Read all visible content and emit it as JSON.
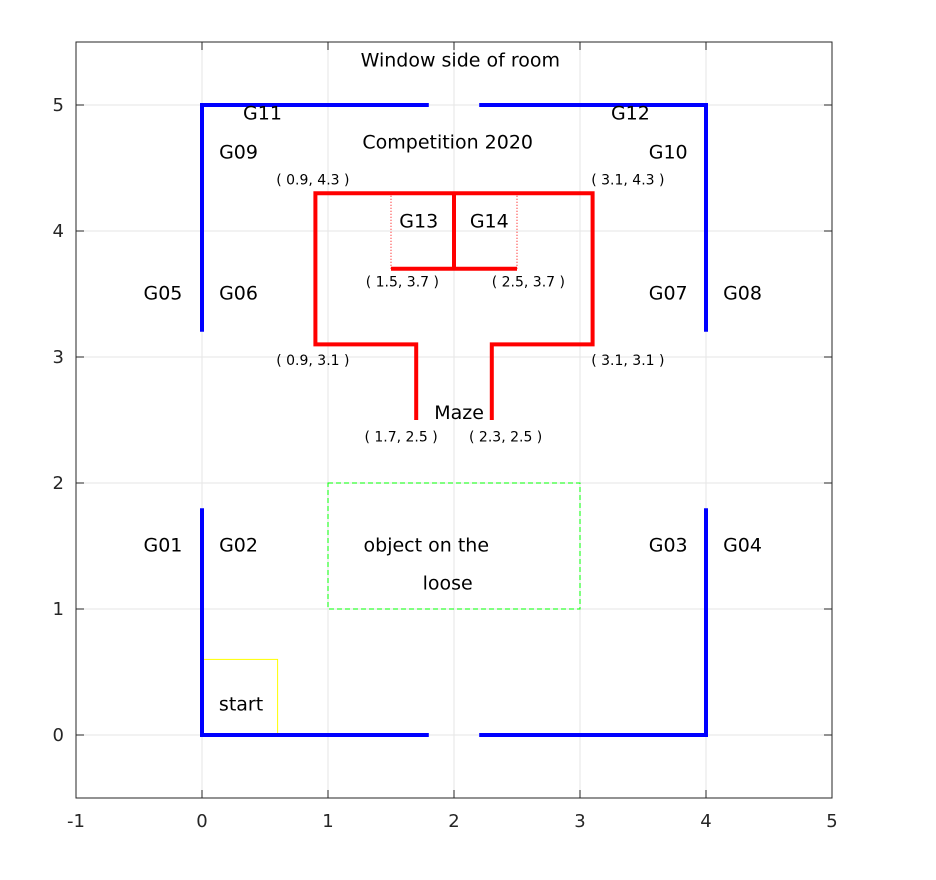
{
  "chart_data": {
    "type": "scatter",
    "xlim": [
      -1,
      5
    ],
    "ylim": [
      -0.5,
      5.5
    ],
    "x_ticks": [
      -1,
      0,
      1,
      2,
      3,
      4,
      5
    ],
    "y_ticks": [
      0,
      1,
      2,
      3,
      4,
      5
    ],
    "grid": true,
    "colors": {
      "walls": "#0000ff",
      "maze": "#ff0000",
      "object_box": "#00ff00",
      "start_box": "#ffff00",
      "grid": "#e6e6e6",
      "axis": "#262626"
    },
    "walls": [
      {
        "points": [
          [
            0,
            3.2
          ],
          [
            0,
            5
          ],
          [
            1.8,
            5
          ]
        ]
      },
      {
        "points": [
          [
            2.2,
            5
          ],
          [
            4,
            5
          ],
          [
            4,
            3.2
          ]
        ]
      },
      {
        "points": [
          [
            0,
            1.8
          ],
          [
            0,
            0
          ],
          [
            1.8,
            0
          ]
        ]
      },
      {
        "points": [
          [
            2.2,
            0
          ],
          [
            4,
            0
          ],
          [
            4,
            1.8
          ]
        ]
      }
    ],
    "maze": [
      {
        "points": [
          [
            1.7,
            2.5
          ],
          [
            1.7,
            3.1
          ],
          [
            0.9,
            3.1
          ],
          [
            0.9,
            4.3
          ],
          [
            3.1,
            4.3
          ],
          [
            3.1,
            3.1
          ],
          [
            2.3,
            3.1
          ],
          [
            2.3,
            2.5
          ]
        ]
      },
      {
        "points": [
          [
            1.5,
            3.7
          ],
          [
            2.5,
            3.7
          ]
        ]
      },
      {
        "points": [
          [
            2,
            3.7
          ],
          [
            2,
            4.3
          ]
        ]
      }
    ],
    "maze_dotted": [
      {
        "points": [
          [
            1.5,
            3.7
          ],
          [
            1.5,
            4.3
          ]
        ]
      },
      {
        "points": [
          [
            2.5,
            3.7
          ],
          [
            2.5,
            4.3
          ]
        ]
      }
    ],
    "object_box": {
      "x": [
        1,
        3
      ],
      "y": [
        1,
        2
      ]
    },
    "start_box": {
      "x": [
        0,
        0.6
      ],
      "y": [
        0,
        0.6
      ]
    },
    "labels_big": [
      {
        "text": "Window side of room",
        "x": 2.05,
        "y": 5.35
      },
      {
        "text": "Competition 2020",
        "x": 1.95,
        "y": 4.7
      },
      {
        "text": "G11",
        "x": 0.48,
        "y": 4.93
      },
      {
        "text": "G12",
        "x": 3.4,
        "y": 4.93
      },
      {
        "text": "G09",
        "x": 0.29,
        "y": 4.62
      },
      {
        "text": "G10",
        "x": 3.7,
        "y": 4.62
      },
      {
        "text": "G13",
        "x": 1.72,
        "y": 4.07
      },
      {
        "text": "G14",
        "x": 2.28,
        "y": 4.07
      },
      {
        "text": "G05",
        "x": -0.31,
        "y": 3.5
      },
      {
        "text": "G06",
        "x": 0.29,
        "y": 3.5
      },
      {
        "text": "G07",
        "x": 3.7,
        "y": 3.5
      },
      {
        "text": "G08",
        "x": 4.29,
        "y": 3.5
      },
      {
        "text": "Maze",
        "x": 2.04,
        "y": 2.55
      },
      {
        "text": "G01",
        "x": -0.31,
        "y": 1.5
      },
      {
        "text": "G02",
        "x": 0.29,
        "y": 1.5
      },
      {
        "text": "G03",
        "x": 3.7,
        "y": 1.5
      },
      {
        "text": "G04",
        "x": 4.29,
        "y": 1.5
      },
      {
        "text": "object on the",
        "x": 1.78,
        "y": 1.5
      },
      {
        "text": "loose",
        "x": 1.95,
        "y": 1.2
      },
      {
        "text": "start",
        "x": 0.31,
        "y": 0.24
      }
    ],
    "labels_small": [
      {
        "text": "( 0.9, 4.3 )",
        "x": 0.88,
        "y": 4.4
      },
      {
        "text": "( 3.1, 4.3 )",
        "x": 3.38,
        "y": 4.4
      },
      {
        "text": "( 1.5, 3.7 )",
        "x": 1.59,
        "y": 3.59
      },
      {
        "text": "( 2.5, 3.7 )",
        "x": 2.59,
        "y": 3.59
      },
      {
        "text": "( 0.9, 3.1 )",
        "x": 0.88,
        "y": 2.97
      },
      {
        "text": "( 3.1, 3.1 )",
        "x": 3.38,
        "y": 2.97
      },
      {
        "text": "( 1.7, 2.5 )",
        "x": 1.58,
        "y": 2.36
      },
      {
        "text": "( 2.3, 2.5 )",
        "x": 2.41,
        "y": 2.36
      }
    ]
  }
}
